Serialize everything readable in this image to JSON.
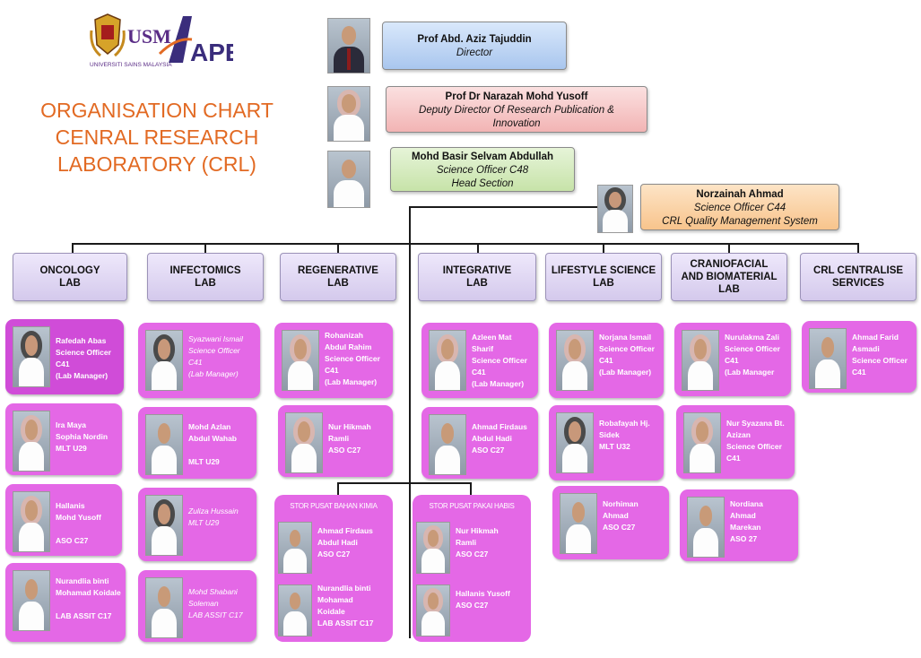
{
  "logo": {
    "university": "UNIVERSITI SAINS MALAYSIA",
    "usm": "USM",
    "apex": "APEX"
  },
  "title": [
    "ORGANISATION CHART",
    "CENRAL RESEARCH",
    "LABORATORY (CRL)"
  ],
  "executives": [
    {
      "name": "Prof Abd. Aziz Tajuddin",
      "role": "Director",
      "color": "#bcd4f4"
    },
    {
      "name": "Prof Dr Narazah Mohd Yusoff",
      "role": "Deputy Director Of Research Publication & Innovation",
      "color": "#f6c8c8"
    },
    {
      "name": "Mohd Basir Selvam Abdullah",
      "role": "Science Officer  C48",
      "role2": "Head Section",
      "color": "#d6ecc0"
    },
    {
      "name": "Norzainah Ahmad",
      "role": "Science Officer  C44",
      "role2": "CRL Quality Management System",
      "color": "#fbd3a4"
    }
  ],
  "labs": [
    {
      "name": "ONCOLOGY\nLAB",
      "staff": [
        {
          "text": "Rafedah Abas\nScience Officer C41\n(Lab Manager)"
        },
        {
          "text": "Ira Maya\nSophia Nordin\nMLT U29"
        },
        {
          "text": "Hallanis\nMohd Yusoff\n\nASO C27"
        },
        {
          "text": "Nurandlia binti\nMohamad Koidale\n\nLAB ASSIT C17"
        }
      ]
    },
    {
      "name": "INFECTOMICS\nLAB",
      "staff": [
        {
          "text": "Syazwani Ismail\nScience Officer\nC41\n(Lab Manager)"
        },
        {
          "text": "Mohd Azlan\nAbdul Wahab\n\nMLT U29"
        },
        {
          "text": "Zuliza Hussain\nMLT U29"
        },
        {
          "text": "Mohd Shabani\nSoleman\nLAB ASSIT C17"
        }
      ]
    },
    {
      "name": "REGENERATIVE\nLAB",
      "staff": [
        {
          "text": "Rohanizah\nAbdul Rahim\nScience Officer\nC41\n(Lab Manager)"
        },
        {
          "text": "Nur Hikmah\nRamli\nASO C27"
        }
      ]
    },
    {
      "name": "INTEGRATIVE\nLAB",
      "staff": [
        {
          "text": "Azleen Mat Sharif\nScience Officer\nC41\n(Lab Manager)"
        },
        {
          "text": "Ahmad Firdaus\nAbdul Hadi\nASO C27"
        }
      ]
    },
    {
      "name": "LIFESTYLE SCIENCE\nLAB",
      "staff": [
        {
          "text": "Norjana Ismail\nScience Officer\nC41\n(Lab Manager)"
        },
        {
          "text": "Robafayah Hj.\nSidek\nMLT U32"
        },
        {
          "text": "Norhiman\nAhmad\nASO C27"
        }
      ]
    },
    {
      "name": "CRANIOFACIAL\nAND BIOMATERIAL\nLAB",
      "staff": [
        {
          "text": "Nurulakma  Zali\nScience Officer\nC41\n(Lab Manager"
        },
        {
          "text": "Nur Syazana Bt.\nAzizan\nScience Officer\nC41"
        },
        {
          "text": "Nordiana\nAhmad\nMarekan\nASO 27"
        }
      ]
    },
    {
      "name": "CRL CENTRALISE\nSERVICES",
      "staff": [
        {
          "text": "Ahmad Farid\nAsmadi\nScience Officer\nC41"
        }
      ]
    }
  ],
  "stores": [
    {
      "title": "STOR PUSAT BAHAN KIMIA",
      "members": [
        {
          "text": "Ahmad Firdaus\nAbdul Hadi\nASO  C27"
        },
        {
          "text": "Nurandlia binti\nMohamad\nKoidale\nLAB ASSIT C17"
        }
      ]
    },
    {
      "title": "STOR PUSAT PAKAI HABIS",
      "members": [
        {
          "text": "Nur Hikmah\nRamli\nASO C27"
        },
        {
          "text": "Hallanis Yusoff\nASO C27"
        }
      ]
    }
  ]
}
